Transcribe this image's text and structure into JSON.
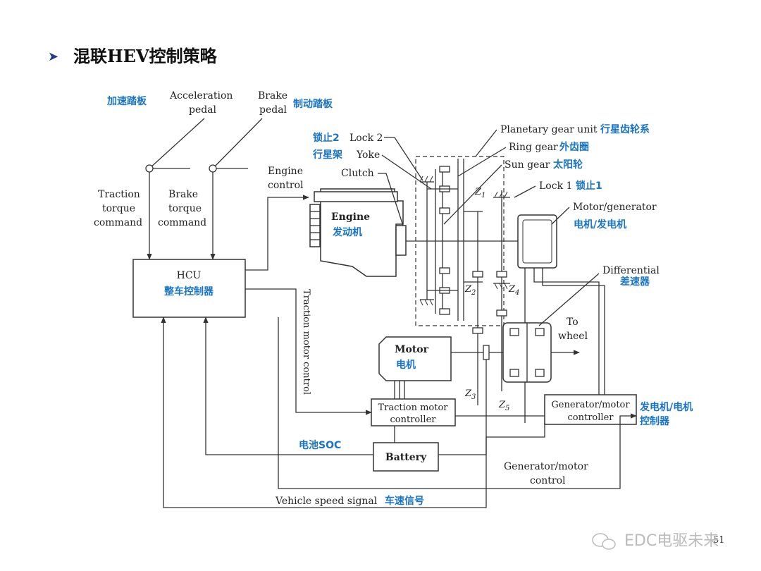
{
  "title": "混联HEV控制策略",
  "labels": {
    "accel_cn": "加速踏板",
    "accel_en_1": "Acceleration",
    "accel_en_2": "pedal",
    "brake_en_1": "Brake",
    "brake_en_2": "pedal",
    "brake_cn": "制动踏板",
    "traction_1": "Traction",
    "traction_2": "torque",
    "traction_3": "command",
    "braketq_1": "Brake",
    "braketq_2": "torque",
    "braketq_3": "command",
    "engine_control_1": "Engine",
    "engine_control_2": "control",
    "hcu_en": "HCU",
    "hcu_cn": "整车控制器",
    "engine_en": "Engine",
    "engine_cn": "发动机",
    "lock2_cn": "锁止2",
    "lock2_en": "Lock 2",
    "yoke_cn": "行星架",
    "yoke_en": "Yoke",
    "clutch_en": "Clutch",
    "planetary_en": "Planetary gear unit",
    "planetary_cn": "行星齿轮系",
    "ring_en": "Ring gear",
    "ring_cn": "外齿圈",
    "sun_en": "Sun gear",
    "sun_cn": "太阳轮",
    "lock1_en": "Lock 1",
    "lock1_cn": "锁止1",
    "mg_en": "Motor/generator",
    "mg_cn": "电机/发电机",
    "diff_en": "Differential",
    "diff_cn": "差速器",
    "to_wheel_1": "To",
    "to_wheel_2": "wheel",
    "motor_en": "Motor",
    "motor_cn": "电机",
    "tmc_1": "Traction motor",
    "tmc_2": "controller",
    "gmc_1": "Generator/motor",
    "gmc_2": "controller",
    "gmc_cn_1": "发电机/电机",
    "gmc_cn_2": "控制器",
    "battery_soc_cn": "电池SOC",
    "battery": "Battery",
    "gm_control_1": "Generator/motor",
    "gm_control_2": "control",
    "speed_en": "Vehicle speed signal",
    "speed_cn": "车速信号",
    "traction_motor_control": "Traction motor control",
    "z1": "Z",
    "z2": "Z",
    "z3": "Z",
    "z4": "Z",
    "z5": "Z",
    "s1": "1",
    "s2": "2",
    "s3": "3",
    "s4": "4",
    "s5": "5",
    "page_number": "51",
    "watermark": "EDC电驱未来"
  },
  "colors": {
    "accent_cn": "#1a74c4",
    "line": "#333333",
    "bullet": "#1f3c8c"
  }
}
